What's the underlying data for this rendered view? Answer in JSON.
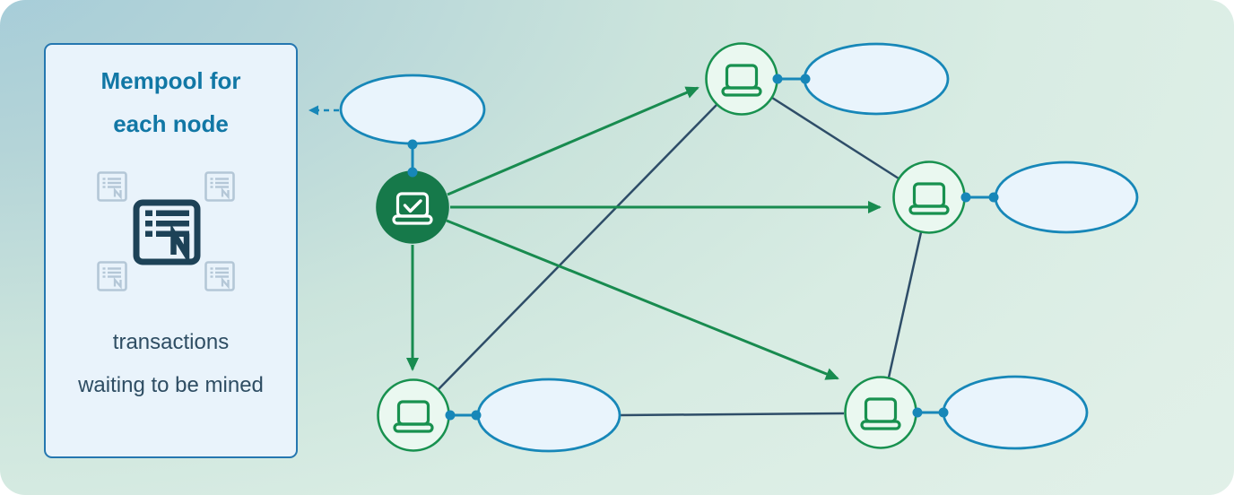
{
  "panel": {
    "title_lines": [
      "Mempool for",
      "each node"
    ],
    "caption_lines": [
      "transactions",
      "waiting to be mined"
    ],
    "icons": {
      "large": "transaction-document-icon",
      "small": "transaction-document-icon"
    }
  },
  "diagram": {
    "nodes": [
      {
        "id": "central",
        "icon": "laptop-check-icon",
        "style": "filled-green",
        "has_mempool_ellipse": true
      },
      {
        "id": "top-right",
        "icon": "laptop-icon",
        "style": "green-outline",
        "has_mempool_ellipse": true
      },
      {
        "id": "middle-right",
        "icon": "laptop-icon",
        "style": "green-outline",
        "has_mempool_ellipse": true
      },
      {
        "id": "bottom-left",
        "icon": "laptop-icon",
        "style": "green-outline",
        "has_mempool_ellipse": true
      },
      {
        "id": "bottom-right",
        "icon": "laptop-icon",
        "style": "green-outline",
        "has_mempool_ellipse": true
      }
    ],
    "broadcast_arrows": [
      {
        "from": "central",
        "to": "top-right"
      },
      {
        "from": "central",
        "to": "middle-right"
      },
      {
        "from": "central",
        "to": "bottom-right"
      },
      {
        "from": "central",
        "to": "bottom-left"
      }
    ],
    "peer_links": [
      {
        "from": "top-right",
        "to": "bottom-left"
      },
      {
        "from": "top-right",
        "to": "middle-right"
      },
      {
        "from": "middle-right",
        "to": "bottom-right"
      },
      {
        "from": "bottom-left-ellipse",
        "to": "bottom-right"
      }
    ],
    "dashed_pointer": {
      "from": "central-ellipse",
      "to": "mempool-panel"
    }
  },
  "colors": {
    "green_accent": "#188b4f",
    "green_node_fill": "#16794a",
    "node_fill_light": "#eaf8f0",
    "blue_accent": "#1787b8",
    "ellipse_fill": "#e9f4fc",
    "navy_line": "#2e4d68",
    "panel_fill": "#e9f3fb",
    "panel_border": "#2577b0",
    "title_color": "#1177a5",
    "caption_color": "#2e4d63",
    "doc_icon_light": "#b4c7d7",
    "doc_icon_dark": "#1d4257"
  }
}
